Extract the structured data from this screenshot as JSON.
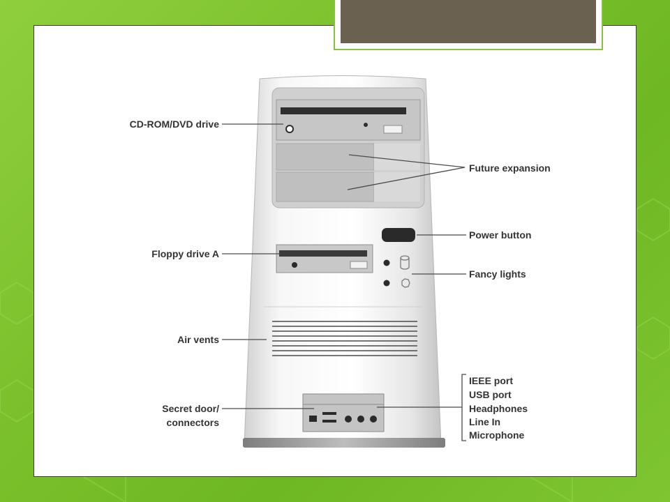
{
  "labels": {
    "cdrom": "CD-ROM/DVD drive",
    "future": "Future expansion",
    "power": "Power button",
    "floppy": "Floppy drive A",
    "lights": "Fancy lights",
    "vents": "Air vents",
    "door_line1": "Secret door/",
    "door_line2": "connectors",
    "ports": [
      "IEEE port",
      "USB port",
      "Headphones",
      "Line In",
      "Microphone"
    ]
  },
  "colors": {
    "background_green": "#7cc12d",
    "title_box": "#6b6150",
    "tab_border": "#86c23d",
    "case_gray": "#e6e6e6",
    "drive_gray": "#c8c8c8"
  }
}
